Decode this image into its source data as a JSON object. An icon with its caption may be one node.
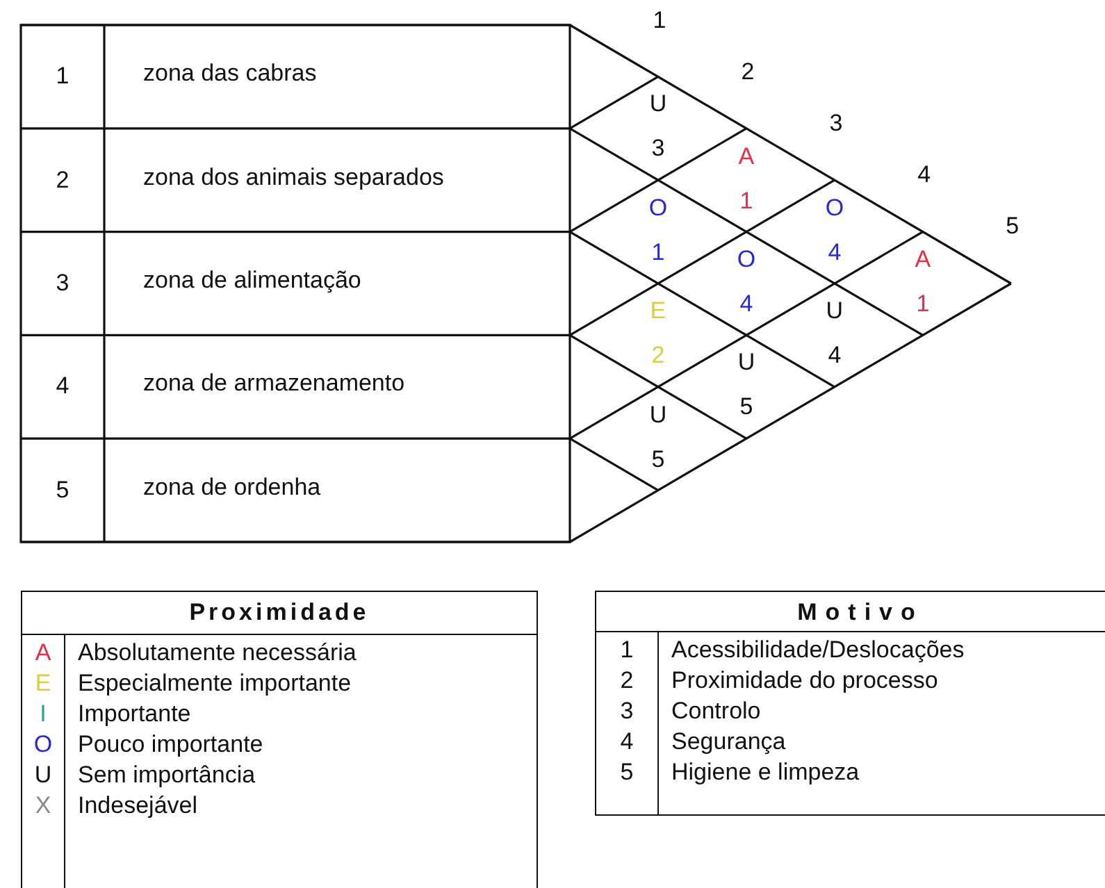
{
  "diagram": {
    "nodes": [
      {
        "text": [
          "1",
          "zona das cabras"
        ]
      },
      {
        "text": [
          "2",
          "zona dos animais separados"
        ]
      },
      {
        "text": [
          "3",
          "zona de alimentação"
        ]
      },
      {
        "text": [
          "4",
          "zona de armazenamento"
        ]
      },
      {
        "text": [
          "5",
          "zona de ordenha"
        ]
      },
      {
        "text": [
          "U",
          "3"
        ]
      },
      {
        "text": [
          "A",
          "1"
        ]
      },
      {
        "text": [
          "O",
          "4"
        ]
      },
      {
        "text": [
          "A",
          "1"
        ]
      },
      {
        "text": [
          "O",
          "1"
        ]
      },
      {
        "text": [
          "O",
          "4"
        ]
      },
      {
        "text": [
          "U",
          "4"
        ]
      },
      {
        "text": [
          "E",
          "2"
        ]
      },
      {
        "text": [
          "U",
          "5"
        ]
      },
      {
        "text": [
          "U",
          "5"
        ]
      }
    ],
    "edges": [],
    "labels": [
      "1",
      "2",
      "3",
      "4",
      "5",
      "Proximidade",
      "A",
      "Absolutamente necessária",
      "E",
      "Especialmente importante",
      "I",
      "Importante",
      "O",
      "Pouco importante",
      "U",
      "Sem importância",
      "X",
      "Indesejável",
      "Motivo",
      "1",
      "Acessibilidade/Deslocações",
      "2",
      "Proximidade do processo",
      "3",
      "Controlo",
      "4",
      "Segurança",
      "5",
      "Higiene e limpeza"
    ]
  }
}
